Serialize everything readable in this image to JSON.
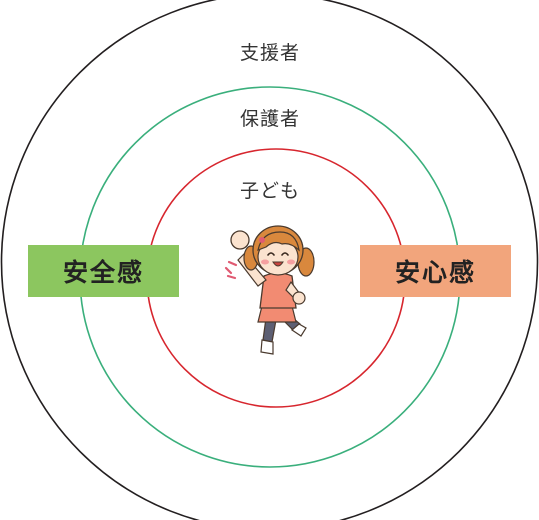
{
  "rings": {
    "outer": {
      "label": "支援者",
      "color": "#231f20"
    },
    "middle": {
      "label": "保護者",
      "color": "#3aaf7c"
    },
    "inner": {
      "label": "子ども",
      "color": "#d7262e"
    }
  },
  "boxes": {
    "left": {
      "label": "安全感",
      "color": "#8cc65f"
    },
    "right": {
      "label": "安心感",
      "color": "#f2a57c"
    }
  },
  "illustration": {
    "icon": "cheering-girl-illustration",
    "colors": {
      "hair": "#d9883d",
      "skin": "#fbe3cf",
      "shirt": "#f28b72",
      "pants": "#5d5f73",
      "cheeks": "#f6a0a0",
      "motion_lines": "#e05a72"
    }
  }
}
